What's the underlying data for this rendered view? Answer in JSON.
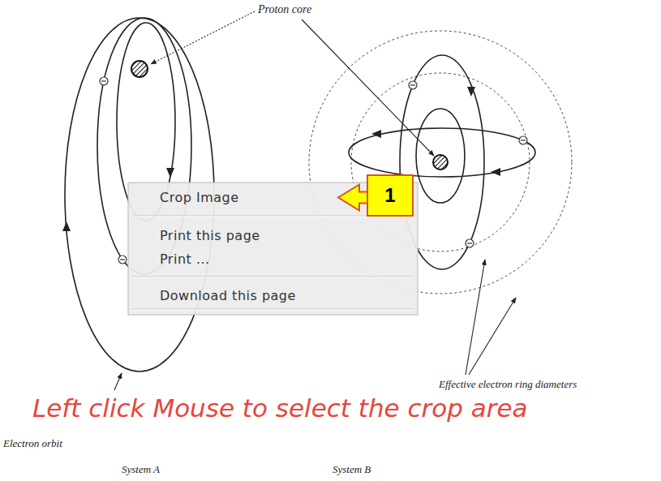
{
  "diagram": {
    "nodes": [
      {
        "text": [
          "Crop Image"
        ]
      },
      {
        "text": [
          "Print this page"
        ]
      },
      {
        "text": [
          "Print ..."
        ]
      },
      {
        "text": [
          "Download this page"
        ]
      },
      {
        "text": [
          "1"
        ]
      }
    ],
    "edges": [
      {
        "from": 4,
        "to": 0,
        "arrow": "to"
      }
    ],
    "labels": [
      "Proton core",
      "Effective electron ring diameters",
      "Left click Mouse to select the crop area",
      "Electron orbit",
      "System A",
      "System B"
    ]
  }
}
